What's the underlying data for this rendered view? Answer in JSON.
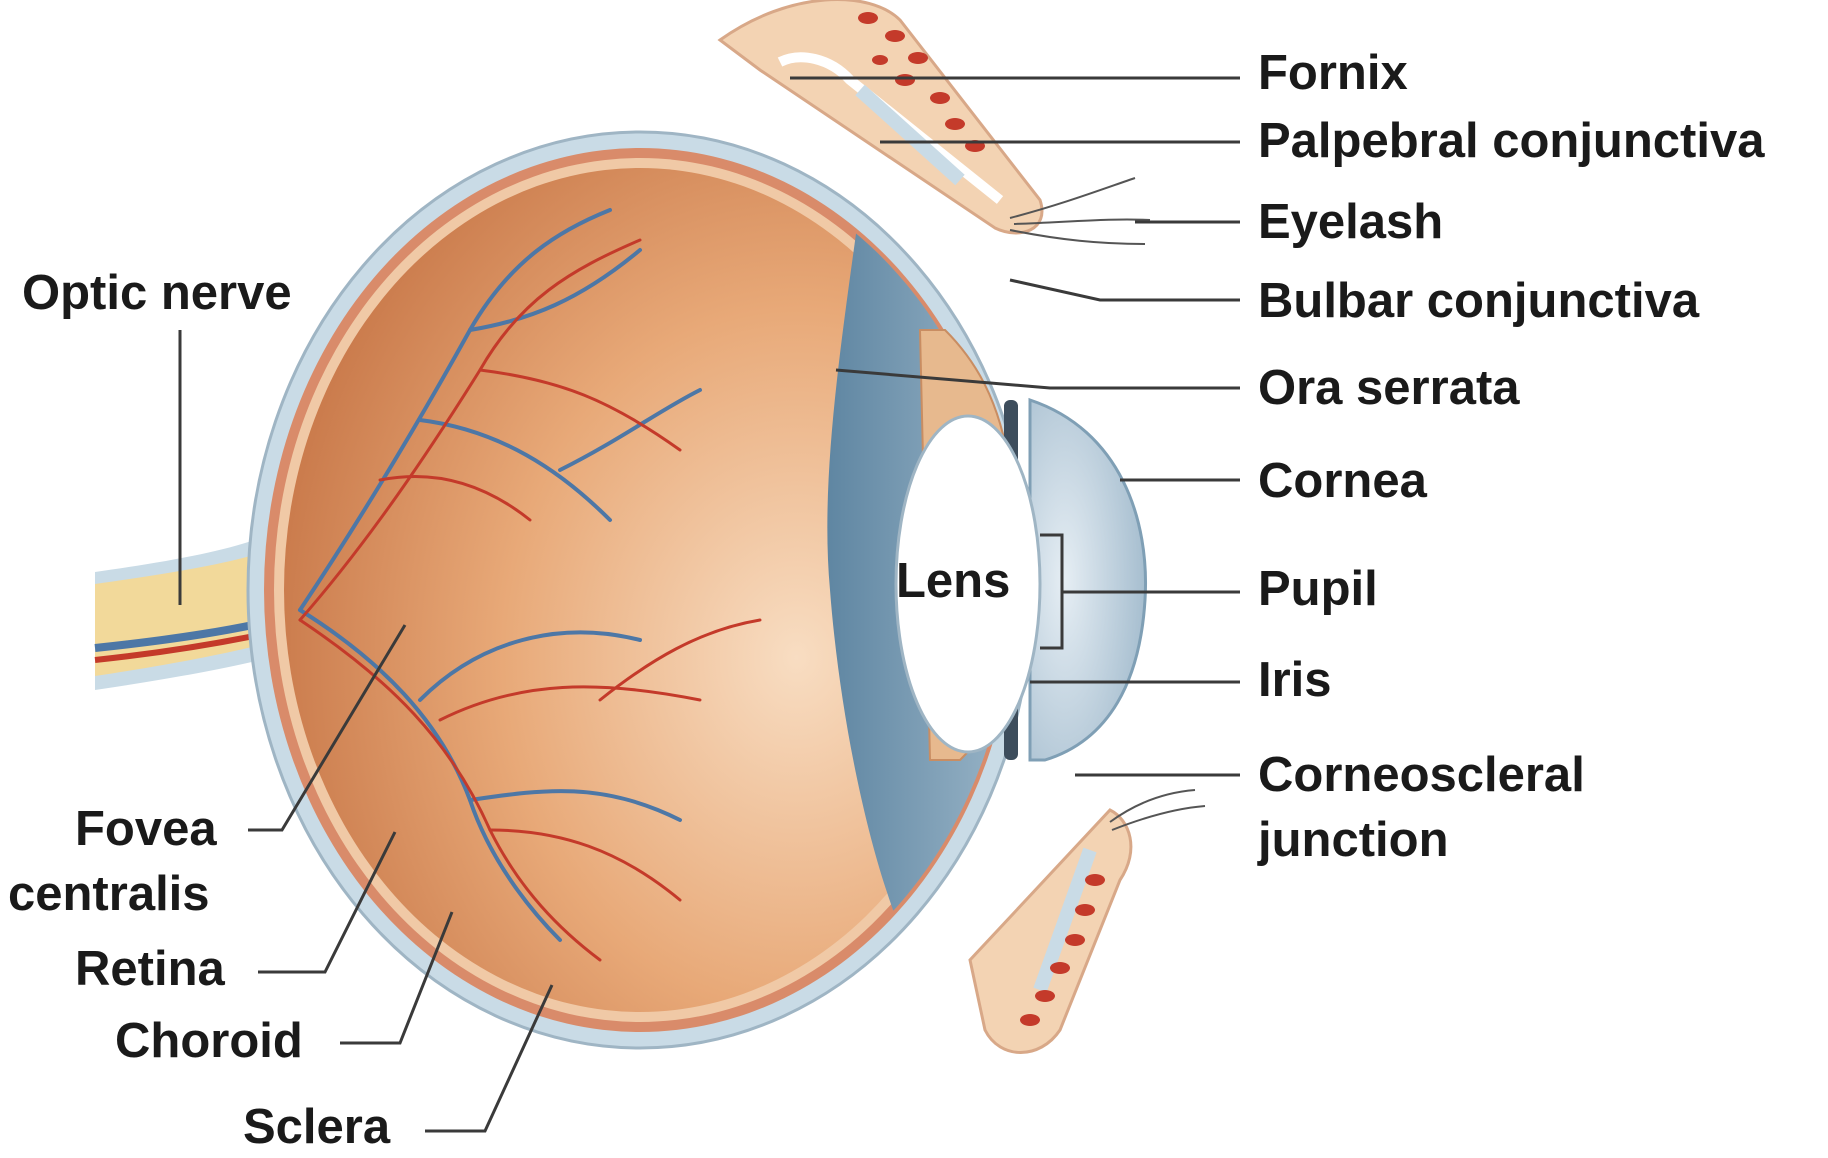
{
  "colors": {
    "background": "#ffffff",
    "sclera": "#c9dbe6",
    "choroid": "#d98b6a",
    "retina_fundus": "#d98f57",
    "vitreous_light": "#f3cfae",
    "ciliary_blue": "#7f9fb5",
    "lens": "#ffffff",
    "optic_nerve": "#f2d99a",
    "artery": "#c43a2a",
    "vein": "#4d77a6",
    "eyelid": "#f3d3b3",
    "text": "#1a1a1a"
  },
  "labels": {
    "fornix": "Fornix",
    "palpebral_conjunctiva": "Palpebral conjunctiva",
    "eyelash": "Eyelash",
    "bulbar_conjunctiva": "Bulbar conjunctiva",
    "ora_serrata": "Ora serrata",
    "cornea": "Cornea",
    "pupil": "Pupil",
    "iris": "Iris",
    "corneoscleral_line1": "Corneoscleral",
    "corneoscleral_line2": "junction",
    "optic_nerve": "Optic nerve",
    "lens": "Lens",
    "fovea_line1": "Fovea",
    "fovea_line2": "centralis",
    "retina": "Retina",
    "choroid": "Choroid",
    "sclera": "Sclera"
  }
}
